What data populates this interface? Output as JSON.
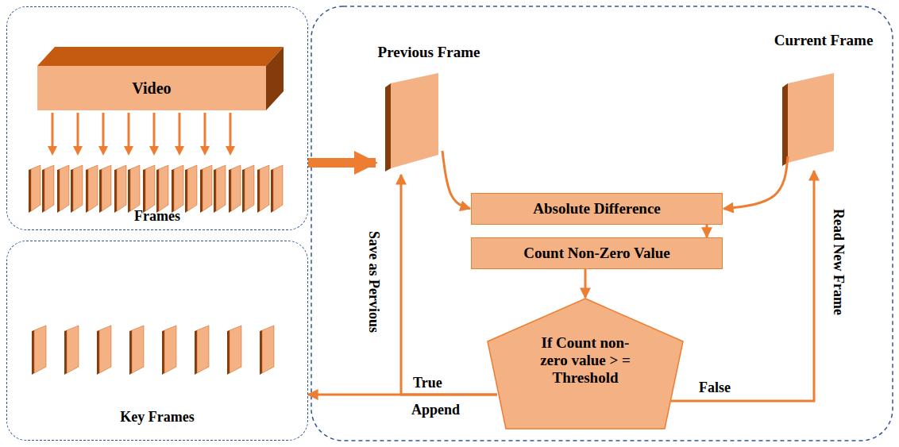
{
  "diagram": {
    "nodes": [
      {
        "text": [
          "Frames"
        ]
      },
      {
        "text": [
          "Video"
        ],
        "in": 0
      },
      {
        "text": [
          "Key Frames"
        ]
      },
      {
        "text": [
          "Previous Frame"
        ]
      },
      {
        "text": [
          "Current Frame"
        ]
      },
      {
        "text": [
          "Absolute Difference"
        ]
      },
      {
        "text": [
          "Count Non-Zero Value"
        ]
      },
      {
        "text": [
          "If Count non-zero value > = Threshold"
        ]
      }
    ],
    "edges": [
      {
        "from": 0,
        "to": 3,
        "arrow": "to"
      },
      {
        "from": 3,
        "to": 5,
        "arrow": "to"
      },
      {
        "from": 4,
        "to": 5,
        "arrow": "to"
      },
      {
        "from": 5,
        "to": 6,
        "arrow": "to"
      },
      {
        "from": 6,
        "to": 7,
        "arrow": "to"
      },
      {
        "from": 7,
        "to": 2,
        "label": "Append",
        "arrow": "to"
      },
      {
        "from": 7,
        "to": 3,
        "label": "Save as Pervious",
        "arrow": "to"
      },
      {
        "from": 7,
        "to": 4,
        "label": "Read New Frame",
        "arrow": "to"
      }
    ],
    "labels": [
      "True",
      "False"
    ]
  }
}
